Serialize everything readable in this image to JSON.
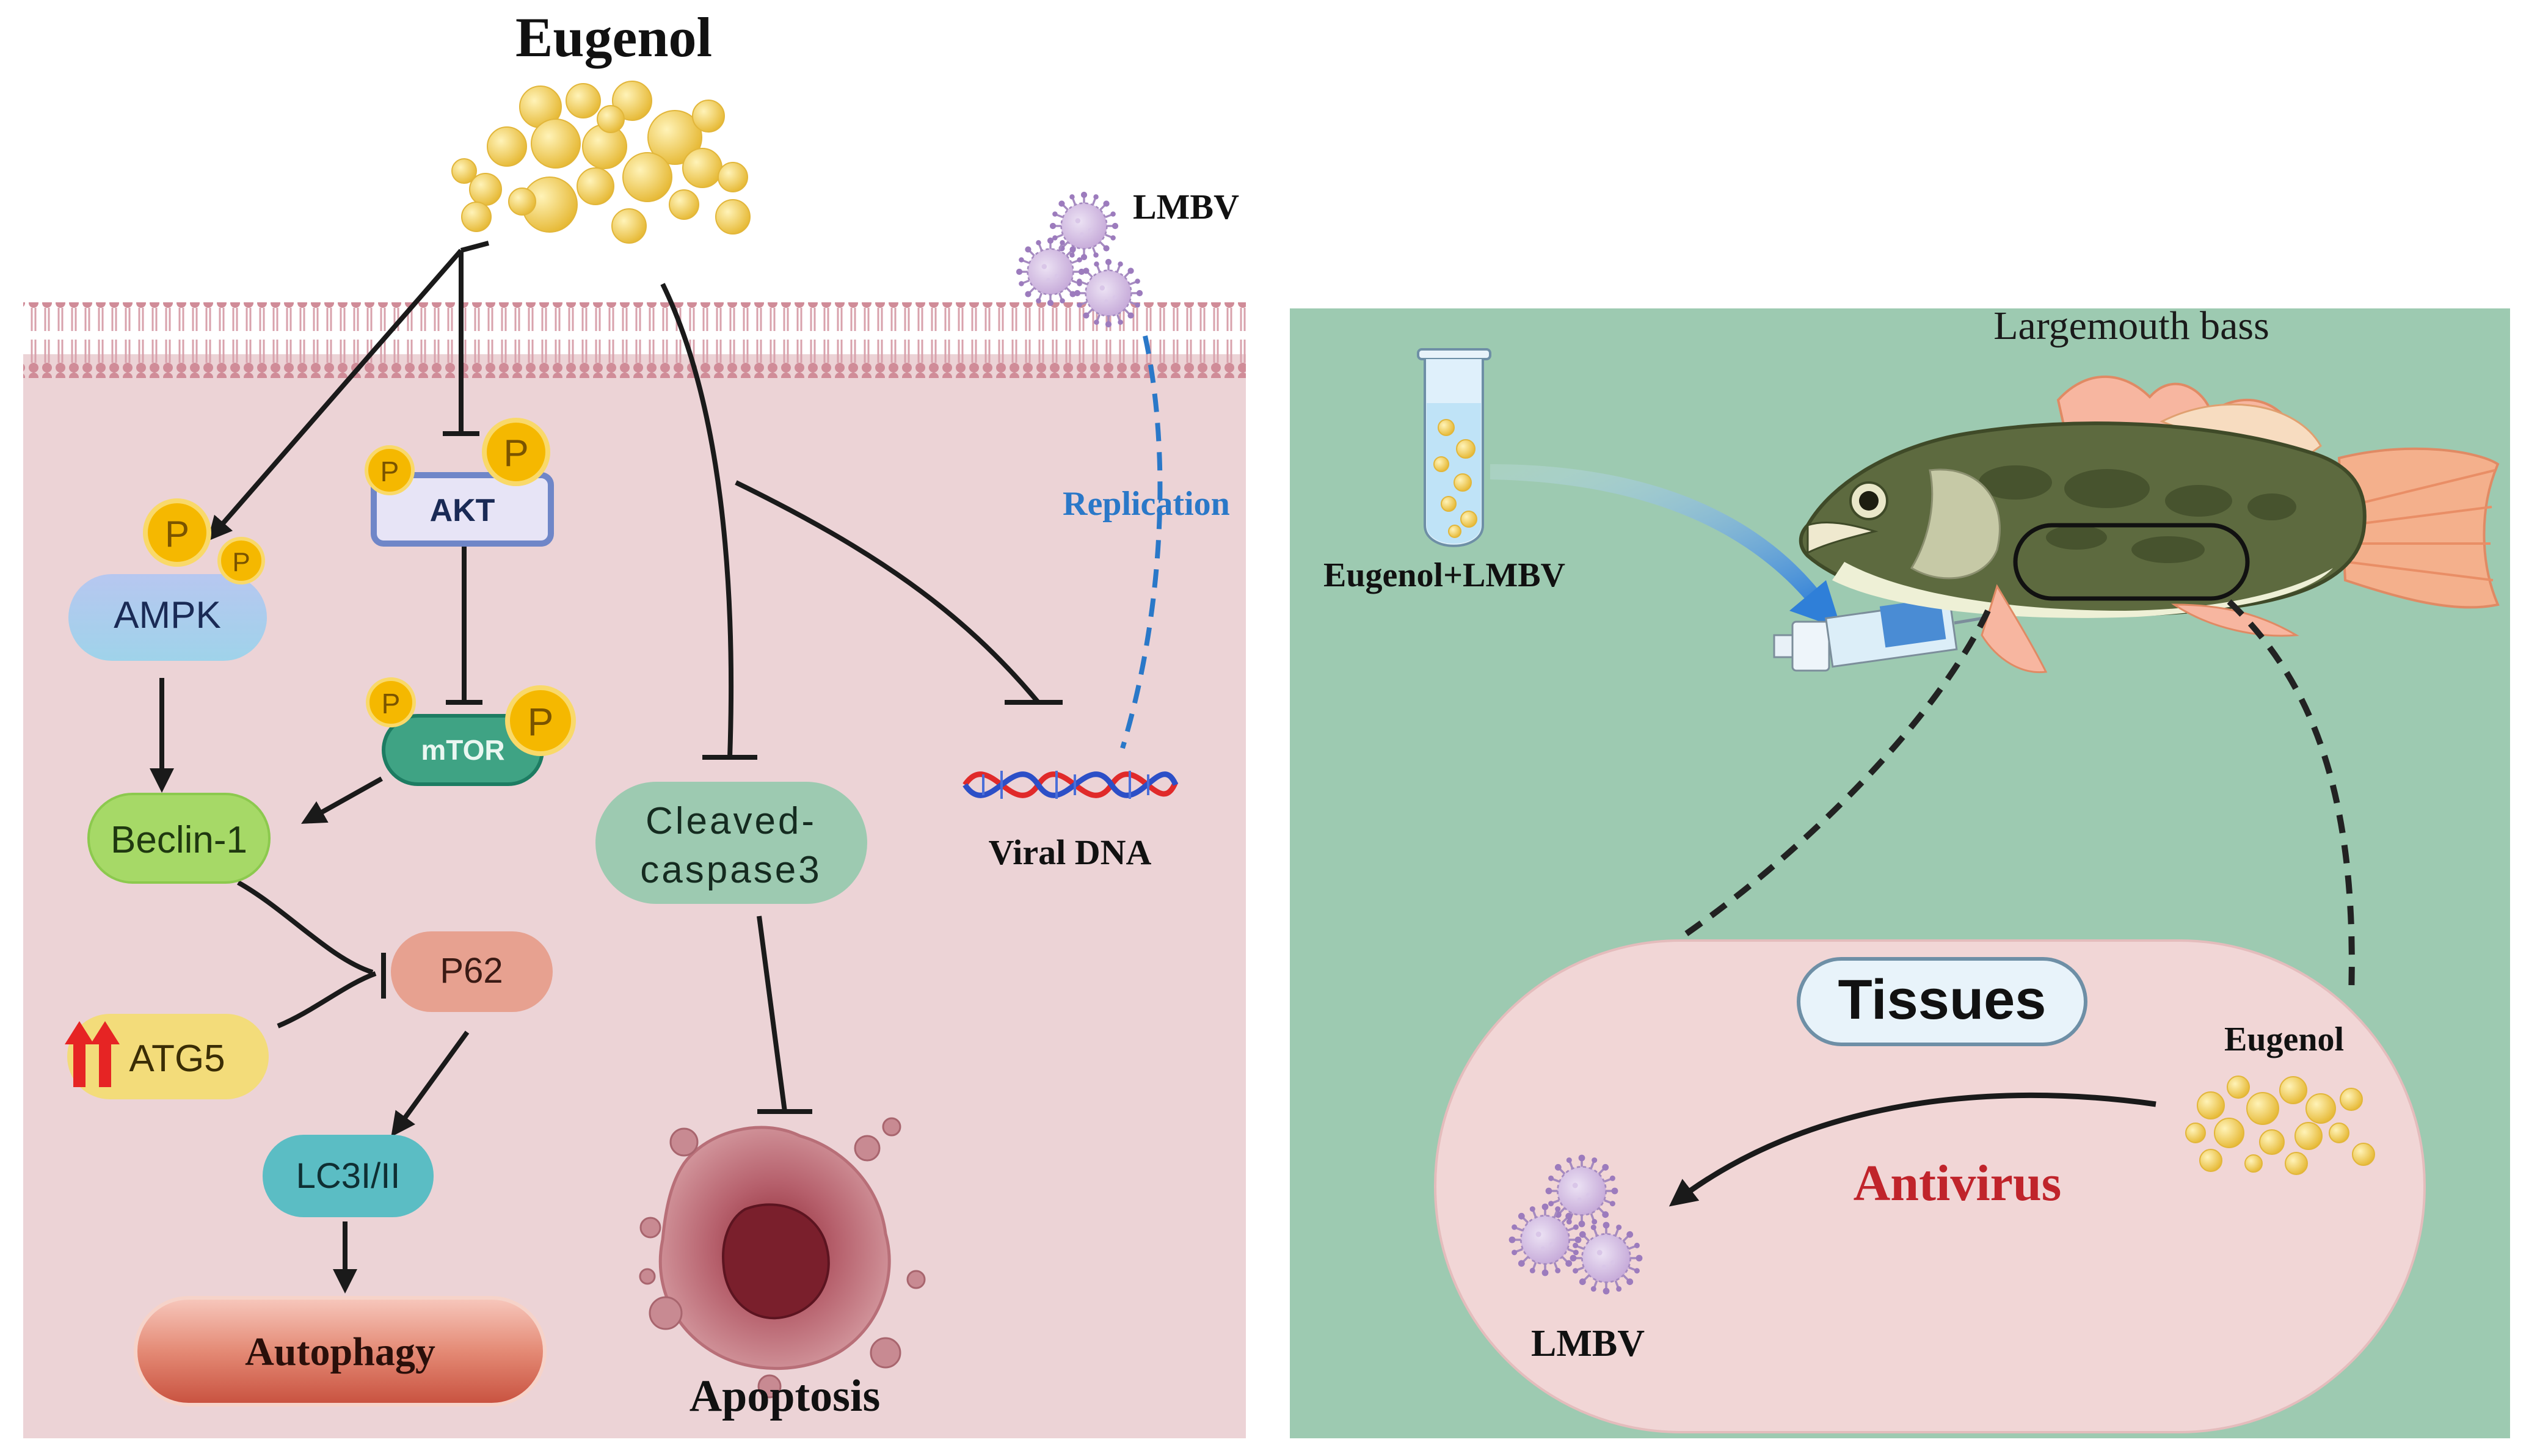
{
  "left_panel": {
    "title": "Eugenol",
    "virus_label": "LMBV",
    "replication_label": "Replication",
    "nodes": {
      "akt": "AKT",
      "ampk": "AMPK",
      "mtor": "mTOR",
      "beclin": "Beclin-1",
      "p62": "P62",
      "atg5": "ATG5",
      "lc3": "LC3I/II",
      "autophagy": "Autophagy",
      "caspase_line1": "Cleaved-",
      "caspase_line2": "caspase3",
      "apoptosis": "Apoptosis",
      "viral_dna": "Viral DNA"
    },
    "phospho_label": "P"
  },
  "right_panel": {
    "fish_label": "Largemouth bass",
    "tube_label": "Eugenol+LMBV",
    "tissues_label": "Tissues",
    "eugenol_label": "Eugenol",
    "antivirus_label": "Antivirus",
    "virus_label": "LMBV"
  },
  "colors": {
    "cell_bg": "#ecd3d6",
    "membrane": "#d69aa5",
    "right_bg": "#9dcab1",
    "tissue_bg": "#f1d6d6",
    "eugenol": "#f2c94c",
    "phospho": "#f5b800",
    "antivirus": "#c0242b",
    "replication": "#2a78c8"
  }
}
